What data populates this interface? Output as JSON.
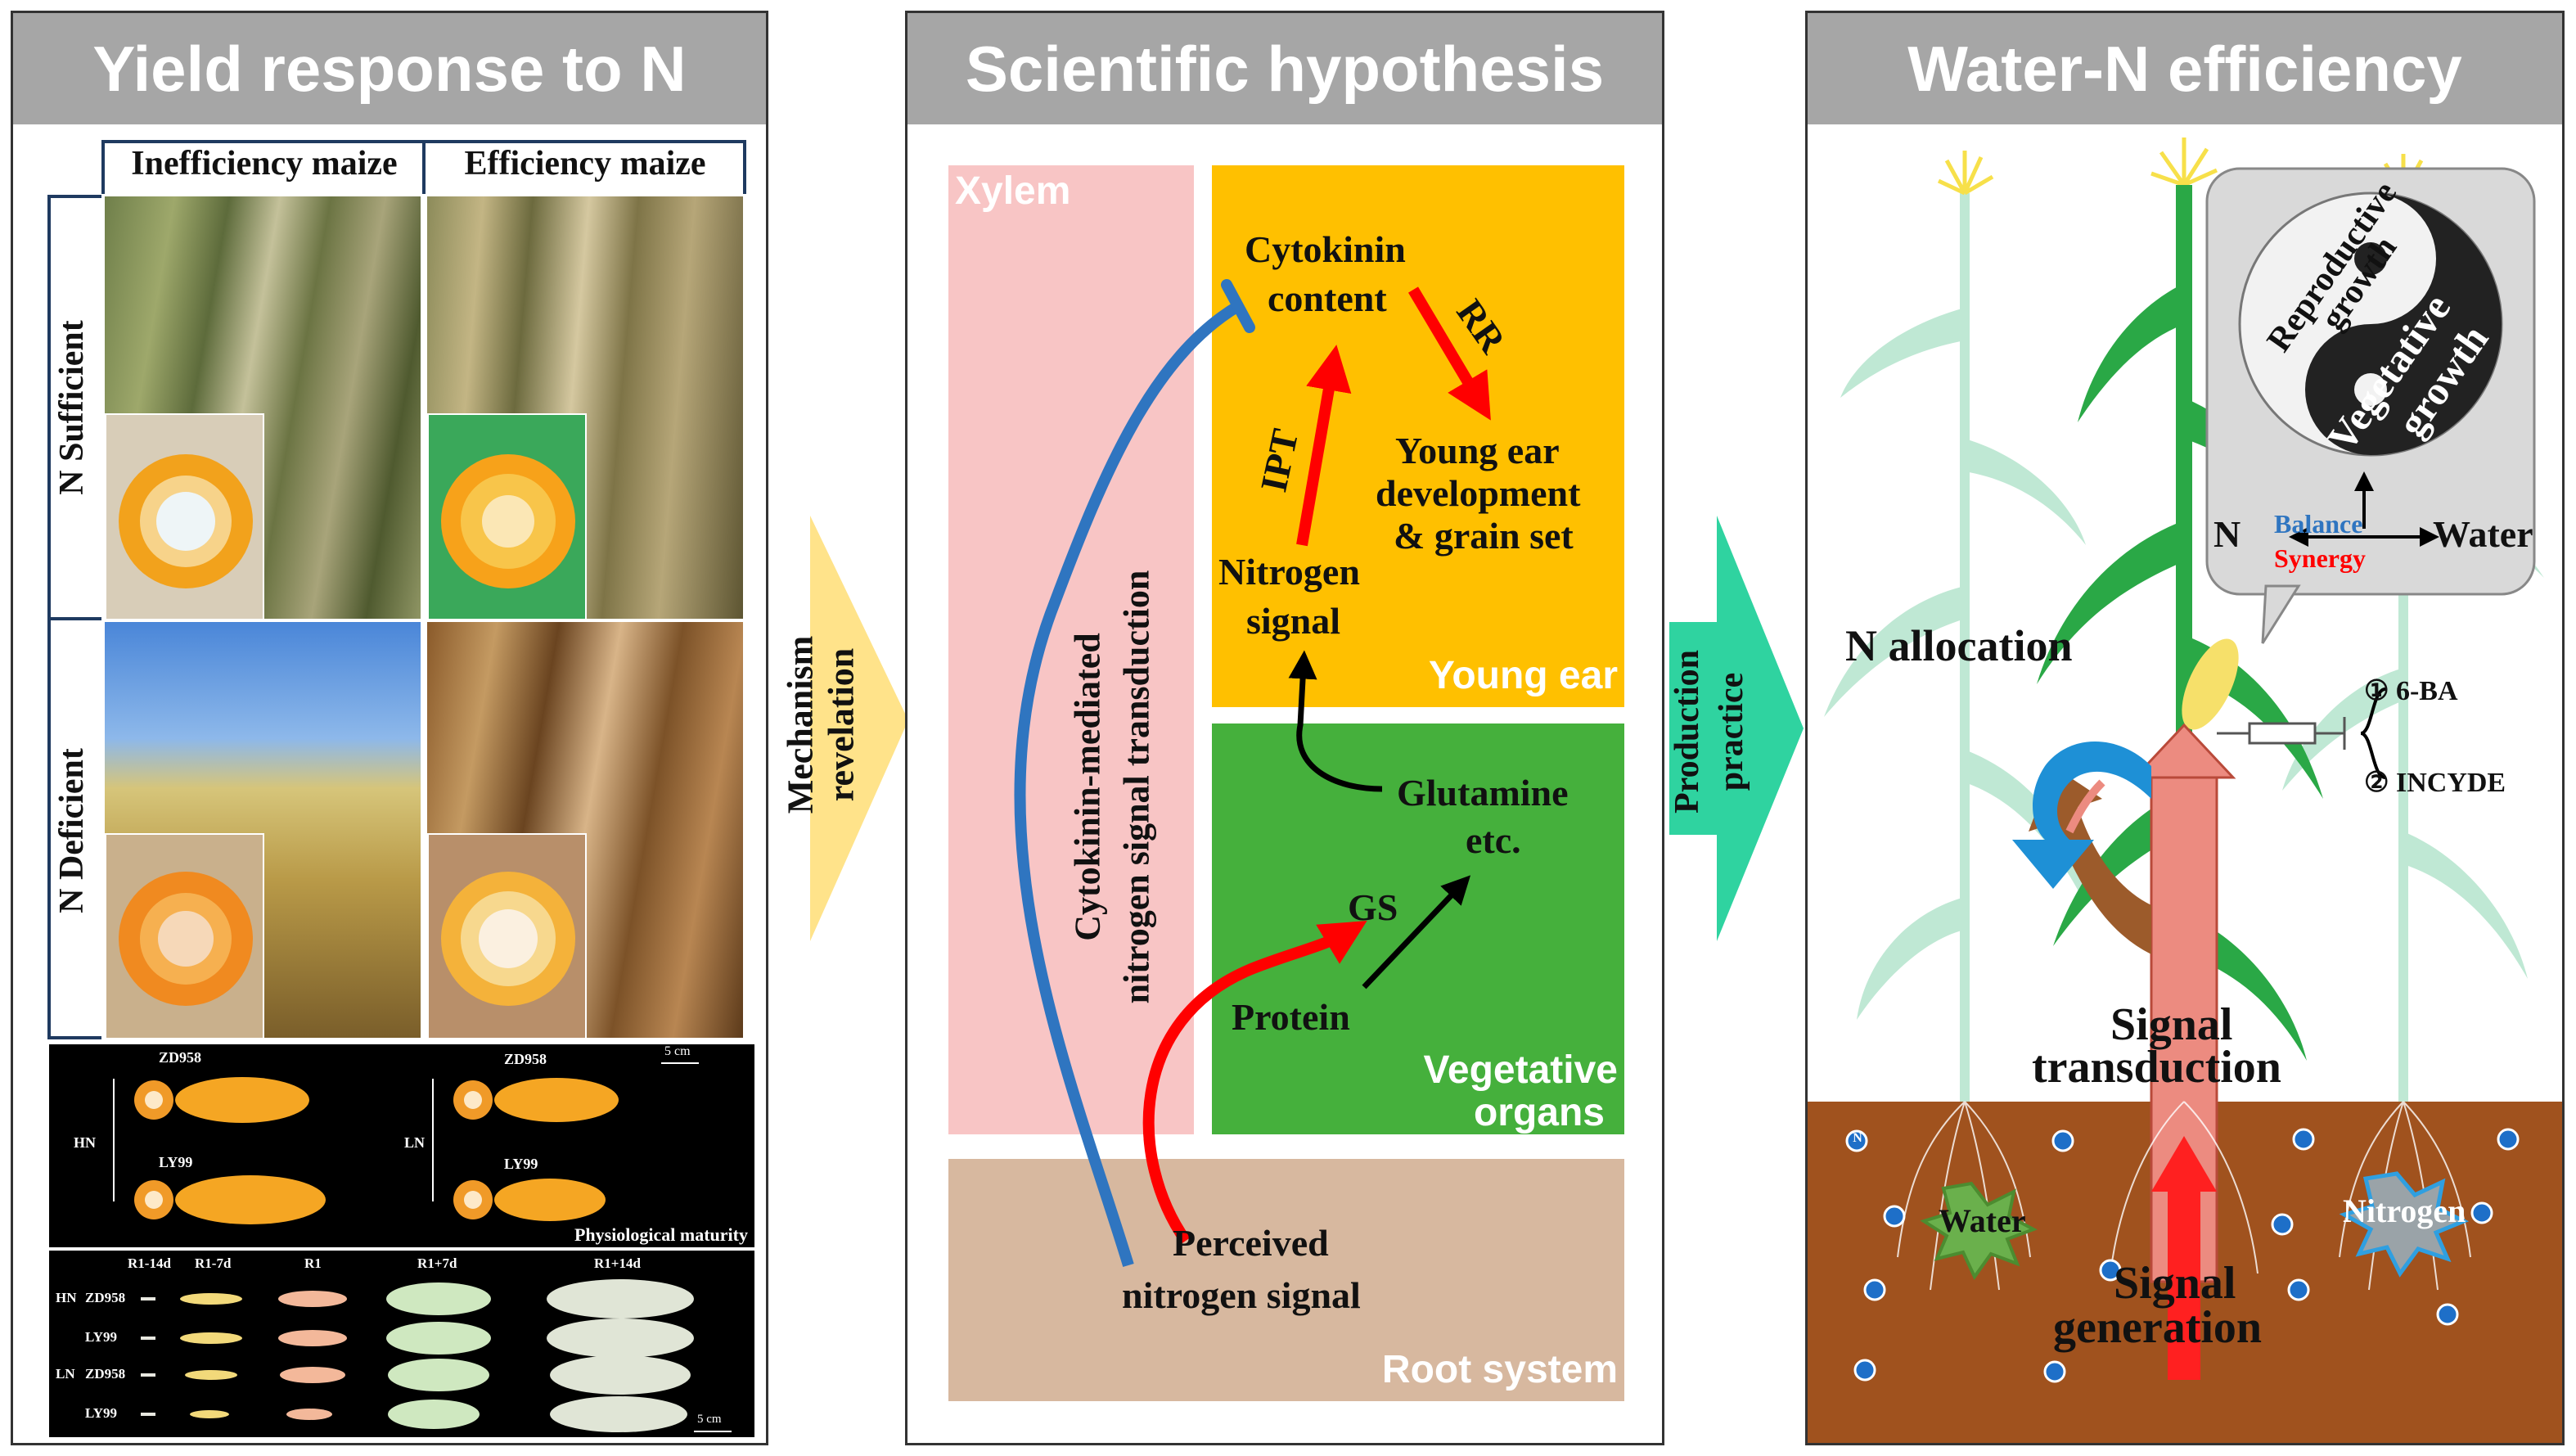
{
  "panels": {
    "left": {
      "title": "Yield response to N",
      "col_labels": [
        "Inefficiency maize",
        "Efficiency maize"
      ],
      "row_labels": [
        "N Sufficient",
        "N Deficient"
      ],
      "strip1": {
        "hybrid_top": "ZD958",
        "hybrid_bottom": "LY99",
        "treatments": [
          "HN",
          "LN"
        ],
        "scale": "5 cm",
        "caption": "Physiological maturity"
      },
      "strip2": {
        "stages": [
          "R1-14d",
          "R1-7d",
          "R1",
          "R1+7d",
          "R1+14d"
        ],
        "rows": [
          {
            "treatment": "HN",
            "hybrid": "ZD958"
          },
          {
            "treatment": "",
            "hybrid": "LY99"
          },
          {
            "treatment": "LN",
            "hybrid": "ZD958"
          },
          {
            "treatment": "",
            "hybrid": "LY99"
          }
        ],
        "scale": "5 cm"
      }
    },
    "arrow1": {
      "line1": "Mechanism",
      "line2": "revelation"
    },
    "middle": {
      "title": "Scientific hypothesis",
      "xylem": "Xylem",
      "young_ear": "Young ear",
      "vegetative": [
        "Vegetative",
        "organs"
      ],
      "root": "Root system",
      "cytokinin": [
        "Cytokinin",
        "content"
      ],
      "rr": "RR",
      "ipt": "IPT",
      "young_ear_dev": [
        "Young ear",
        "development",
        "& grain set"
      ],
      "nitrogen_signal": [
        "Nitrogen",
        "signal"
      ],
      "glutamine": [
        "Glutamine",
        "etc."
      ],
      "gs": "GS",
      "protein": "Protein",
      "perceived": [
        "Perceived",
        "nitrogen signal"
      ],
      "vertical": [
        "Cytokinin-mediated",
        "nitrogen signal transduction"
      ]
    },
    "arrow2": {
      "line1": "Production",
      "line2": "practice"
    },
    "right": {
      "title": "Water-N efficiency",
      "reproductive": [
        "Reproductive",
        "growth"
      ],
      "vegetative": [
        "Vegetative",
        "growth"
      ],
      "n_label": "N",
      "water_label": "Water",
      "balance": "Balance",
      "synergy": "Synergy",
      "n_allocation": "N allocation",
      "treatments": [
        "① 6-BA",
        "② INCYDE"
      ],
      "signal_transduction": [
        "Signal",
        "transduction"
      ],
      "signal_generation": [
        "Signal",
        "generation"
      ],
      "water_soil": "Water",
      "nitrogen_soil": "Nitrogen",
      "n_token": "N"
    }
  },
  "colors": {
    "header_gray": "#a6a6a6",
    "xylem_pink": "#f8c5c5",
    "young_ear_gold": "#ffc000",
    "vegetative_green": "#45b03c",
    "root_tan": "#d7b89f",
    "arrow_red": "#ff0000",
    "arrow_blue": "#2f75c0",
    "soil_brown": "#a0521e",
    "mechanism_yellow": "#ffe38a",
    "production_teal": "#2fd3a0"
  }
}
